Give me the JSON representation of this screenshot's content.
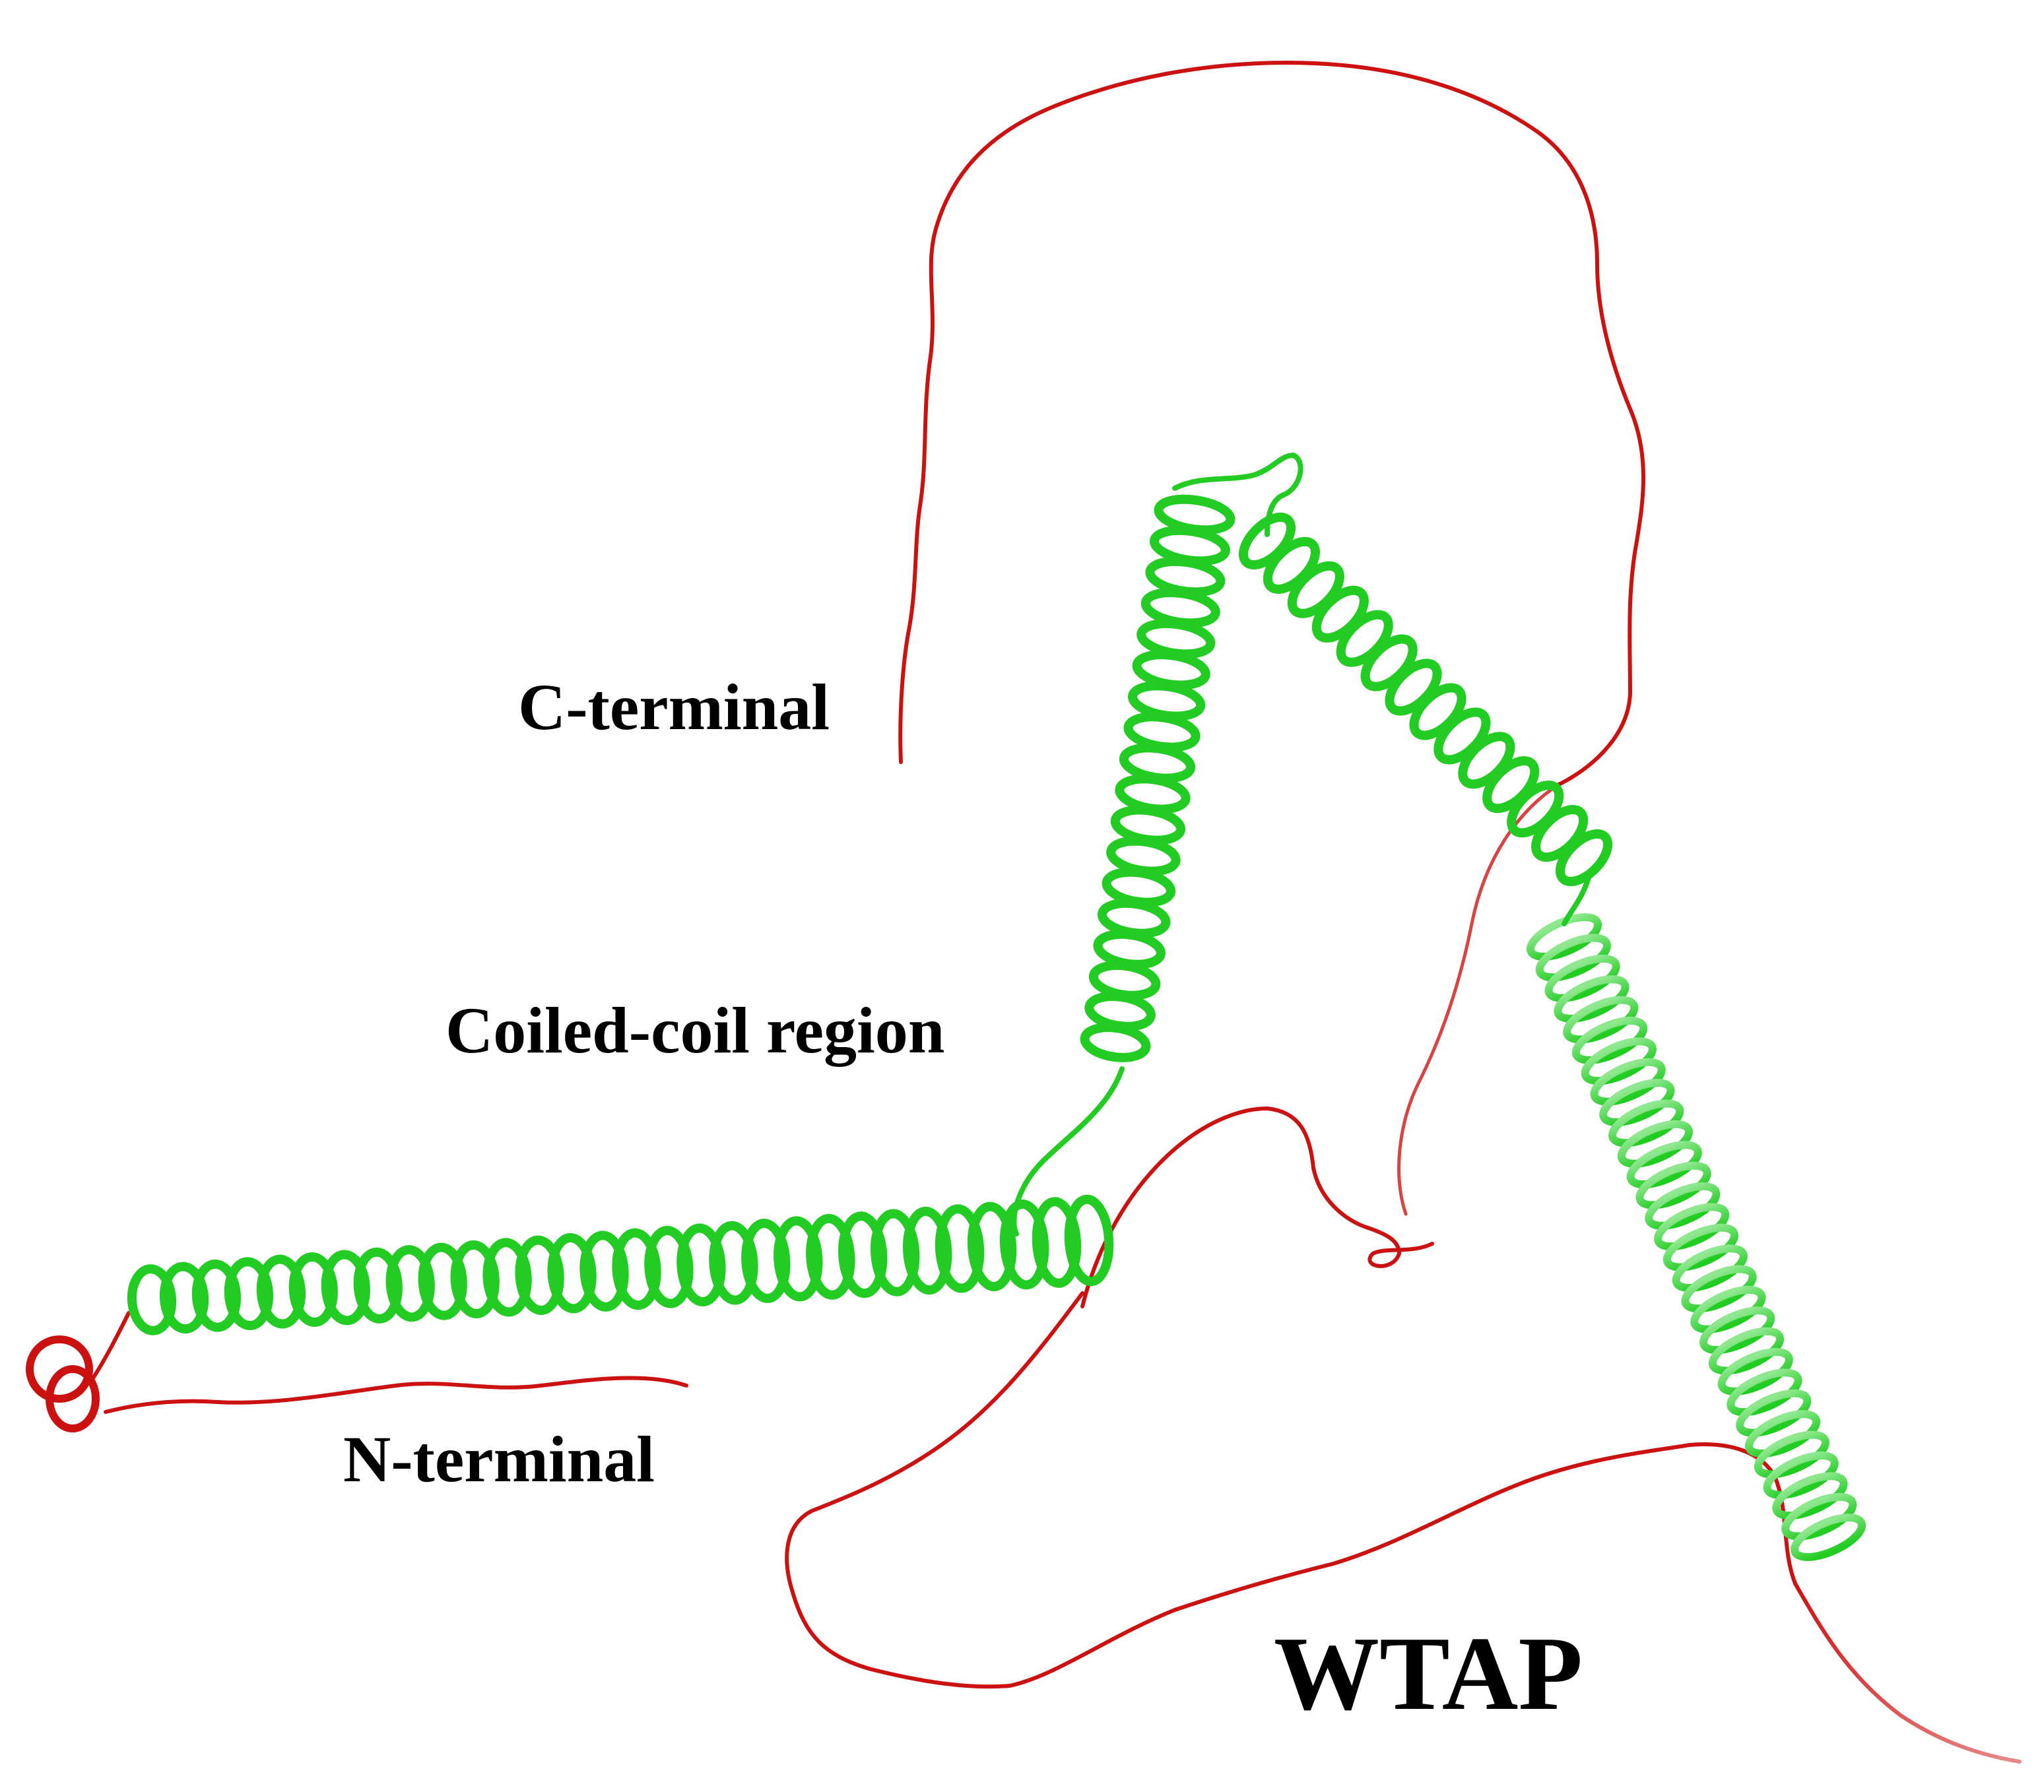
{
  "figure": {
    "title": "WTAP",
    "labels": {
      "c_terminal": "C-terminal",
      "coiled_coil": "Coiled-coil region",
      "n_terminal": "N-terminal"
    },
    "colors": {
      "loop": "#cc1111",
      "helix": "#22cc22",
      "helix_dark": "#119911",
      "background": "#ffffff"
    }
  }
}
